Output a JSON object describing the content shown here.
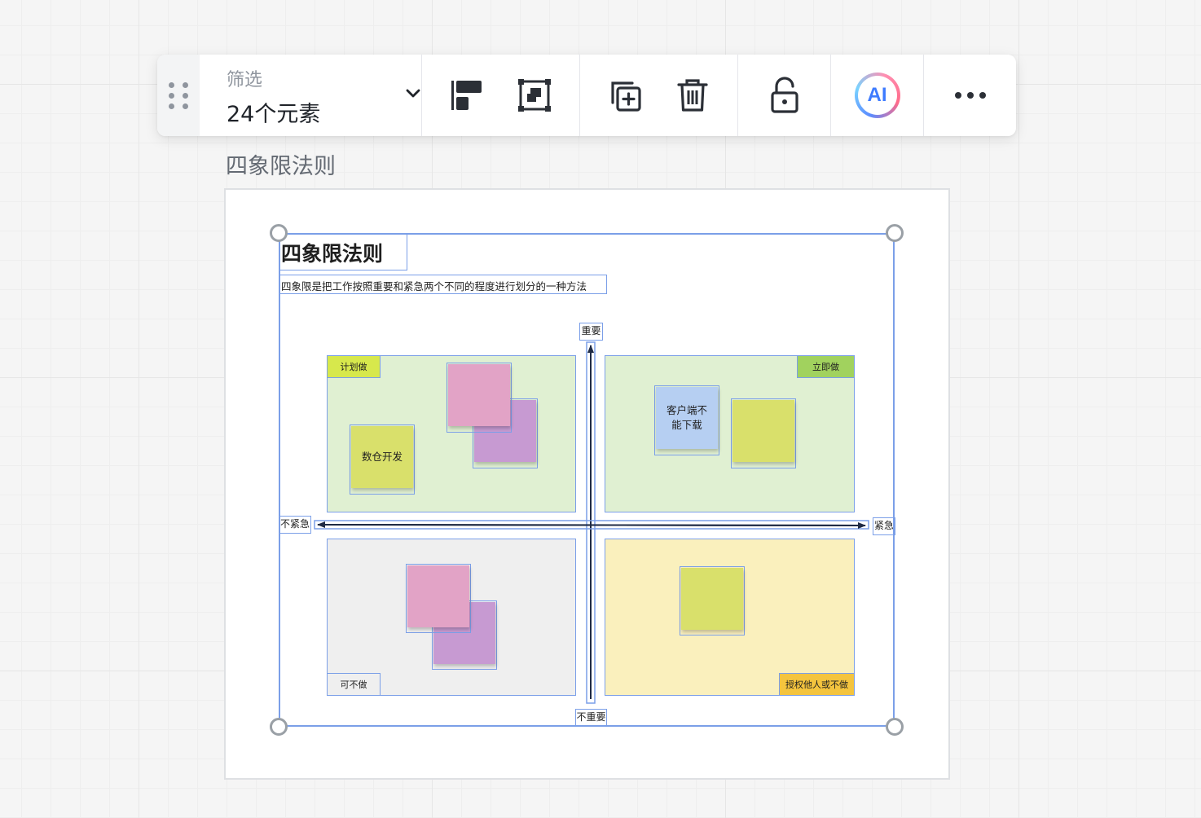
{
  "toolbar": {
    "filter_label": "筛选",
    "element_count": "24个元素",
    "icons": [
      "drag-handle-icon",
      "chevron-down-icon",
      "align-icon",
      "frame-icon",
      "duplicate-icon",
      "delete-icon",
      "lock-icon",
      "ai-icon",
      "more-icon"
    ],
    "ai_label": "AI"
  },
  "frame": {
    "title": "四象限法则"
  },
  "board": {
    "title": "四象限法则",
    "description": "四象限是把工作按照重要和紧急两个不同的程度进行划分的一种方法",
    "axes": {
      "top": "重要",
      "bottom": "不重要",
      "left": "不紧急",
      "right": "紧急"
    },
    "quadrants": {
      "top_left": {
        "tag": "计划做",
        "color": "#e0f0d2",
        "tag_color": "#d7e84c"
      },
      "top_right": {
        "tag": "立即做",
        "color": "#e0f0d2",
        "tag_color": "#a1d25e"
      },
      "bottom_left": {
        "tag": "可不做",
        "color": "#efefef",
        "tag_color": "#efefef"
      },
      "bottom_right": {
        "tag": "授权他人或不做",
        "color": "#faf0bd",
        "tag_color": "#f4c43e"
      }
    },
    "stickies": {
      "tl_yellow": "数仓开发",
      "tr_blue": "客户端不能下载"
    }
  }
}
